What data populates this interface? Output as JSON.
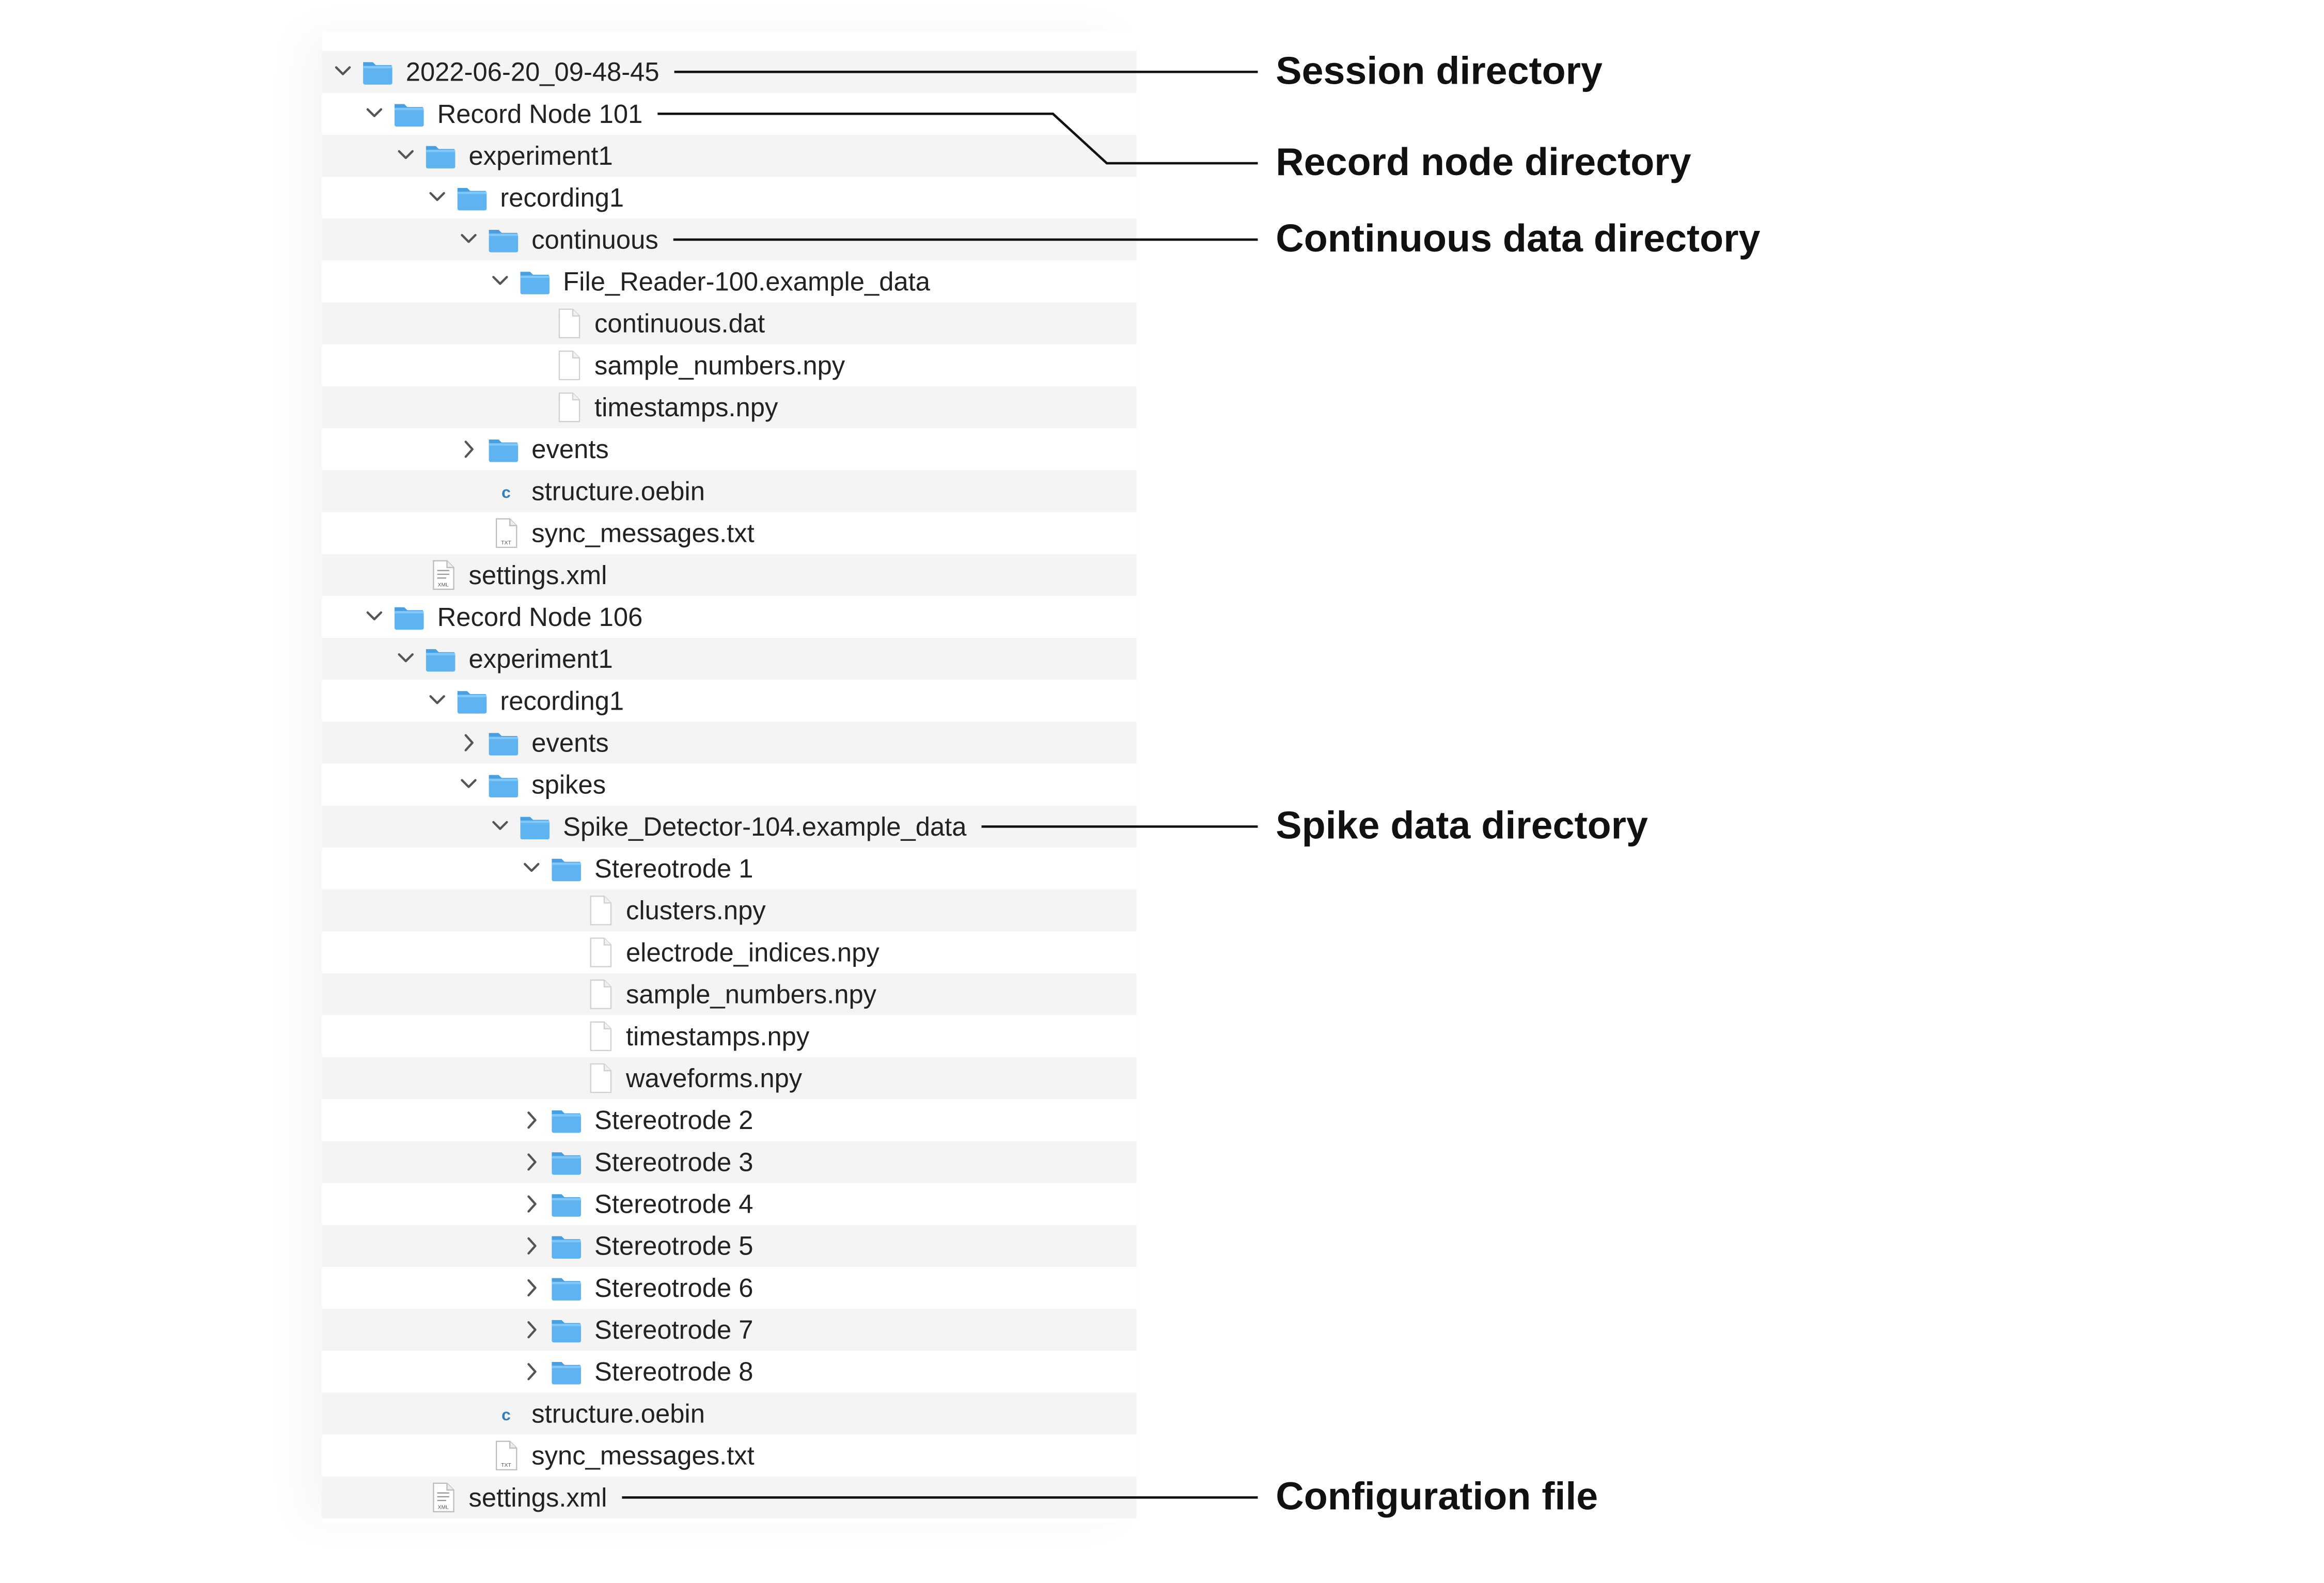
{
  "tree": [
    {
      "label": "2022-06-20_09-48-45",
      "depth": 0,
      "kind": "folder",
      "chevron": "down",
      "icon": "folder-icon"
    },
    {
      "label": "Record Node 101",
      "depth": 1,
      "kind": "folder",
      "chevron": "down",
      "icon": "folder-icon"
    },
    {
      "label": "experiment1",
      "depth": 2,
      "kind": "folder",
      "chevron": "down",
      "icon": "folder-icon"
    },
    {
      "label": "recording1",
      "depth": 3,
      "kind": "folder",
      "chevron": "down",
      "icon": "folder-icon"
    },
    {
      "label": "continuous",
      "depth": 4,
      "kind": "folder",
      "chevron": "down",
      "icon": "folder-icon"
    },
    {
      "label": "File_Reader-100.example_data",
      "depth": 5,
      "kind": "folder",
      "chevron": "down",
      "icon": "folder-icon"
    },
    {
      "label": "continuous.dat",
      "depth": 6,
      "kind": "file",
      "icon": "file-icon"
    },
    {
      "label": "sample_numbers.npy",
      "depth": 6,
      "kind": "file",
      "icon": "file-icon"
    },
    {
      "label": "timestamps.npy",
      "depth": 6,
      "kind": "file",
      "icon": "file-icon"
    },
    {
      "label": "events",
      "depth": 4,
      "kind": "folder",
      "chevron": "right",
      "icon": "folder-icon"
    },
    {
      "label": "structure.oebin",
      "depth": 4,
      "kind": "file",
      "icon": "c-source-file-icon",
      "badge": "c"
    },
    {
      "label": "sync_messages.txt",
      "depth": 4,
      "kind": "file",
      "icon": "text-file-icon",
      "badge": "TXT"
    },
    {
      "label": "settings.xml",
      "depth": 2,
      "kind": "file",
      "icon": "xml-file-icon",
      "badge": "XML"
    },
    {
      "label": "Record Node 106",
      "depth": 1,
      "kind": "folder",
      "chevron": "down",
      "icon": "folder-icon"
    },
    {
      "label": "experiment1",
      "depth": 2,
      "kind": "folder",
      "chevron": "down",
      "icon": "folder-icon"
    },
    {
      "label": "recording1",
      "depth": 3,
      "kind": "folder",
      "chevron": "down",
      "icon": "folder-icon"
    },
    {
      "label": "events",
      "depth": 4,
      "kind": "folder",
      "chevron": "right",
      "icon": "folder-icon"
    },
    {
      "label": "spikes",
      "depth": 4,
      "kind": "folder",
      "chevron": "down",
      "icon": "folder-icon"
    },
    {
      "label": "Spike_Detector-104.example_data",
      "depth": 5,
      "kind": "folder",
      "chevron": "down",
      "icon": "folder-icon"
    },
    {
      "label": "Stereotrode 1",
      "depth": 6,
      "kind": "folder",
      "chevron": "down",
      "icon": "folder-icon"
    },
    {
      "label": "clusters.npy",
      "depth": 7,
      "kind": "file",
      "icon": "file-icon"
    },
    {
      "label": "electrode_indices.npy",
      "depth": 7,
      "kind": "file",
      "icon": "file-icon"
    },
    {
      "label": "sample_numbers.npy",
      "depth": 7,
      "kind": "file",
      "icon": "file-icon"
    },
    {
      "label": "timestamps.npy",
      "depth": 7,
      "kind": "file",
      "icon": "file-icon"
    },
    {
      "label": "waveforms.npy",
      "depth": 7,
      "kind": "file",
      "icon": "file-icon"
    },
    {
      "label": "Stereotrode 2",
      "depth": 6,
      "kind": "folder",
      "chevron": "right",
      "icon": "folder-icon"
    },
    {
      "label": "Stereotrode 3",
      "depth": 6,
      "kind": "folder",
      "chevron": "right",
      "icon": "folder-icon"
    },
    {
      "label": "Stereotrode 4",
      "depth": 6,
      "kind": "folder",
      "chevron": "right",
      "icon": "folder-icon"
    },
    {
      "label": "Stereotrode 5",
      "depth": 6,
      "kind": "folder",
      "chevron": "right",
      "icon": "folder-icon"
    },
    {
      "label": "Stereotrode 6",
      "depth": 6,
      "kind": "folder",
      "chevron": "right",
      "icon": "folder-icon"
    },
    {
      "label": "Stereotrode 7",
      "depth": 6,
      "kind": "folder",
      "chevron": "right",
      "icon": "folder-icon"
    },
    {
      "label": "Stereotrode 8",
      "depth": 6,
      "kind": "folder",
      "chevron": "right",
      "icon": "folder-icon"
    },
    {
      "label": "structure.oebin",
      "depth": 4,
      "kind": "file",
      "icon": "c-source-file-icon",
      "badge": "c"
    },
    {
      "label": "sync_messages.txt",
      "depth": 4,
      "kind": "file",
      "icon": "text-file-icon",
      "badge": "TXT"
    },
    {
      "label": "settings.xml",
      "depth": 2,
      "kind": "file",
      "icon": "xml-file-icon",
      "badge": "XML"
    }
  ],
  "annotations": [
    {
      "text": "Session directory",
      "row": 0
    },
    {
      "text": "Record node directory",
      "row": 1
    },
    {
      "text": "Continuous data directory",
      "row": 4
    },
    {
      "text": "Spike data directory",
      "row": 18
    },
    {
      "text": "Configuration file",
      "row": 34
    }
  ],
  "colors": {
    "folder": "#5fb3f0",
    "folder_tab": "#4a9fe0",
    "stripe": "#f4f4f4",
    "text": "#222222",
    "chevron": "#555555",
    "c_badge": "#2f7fc1"
  }
}
